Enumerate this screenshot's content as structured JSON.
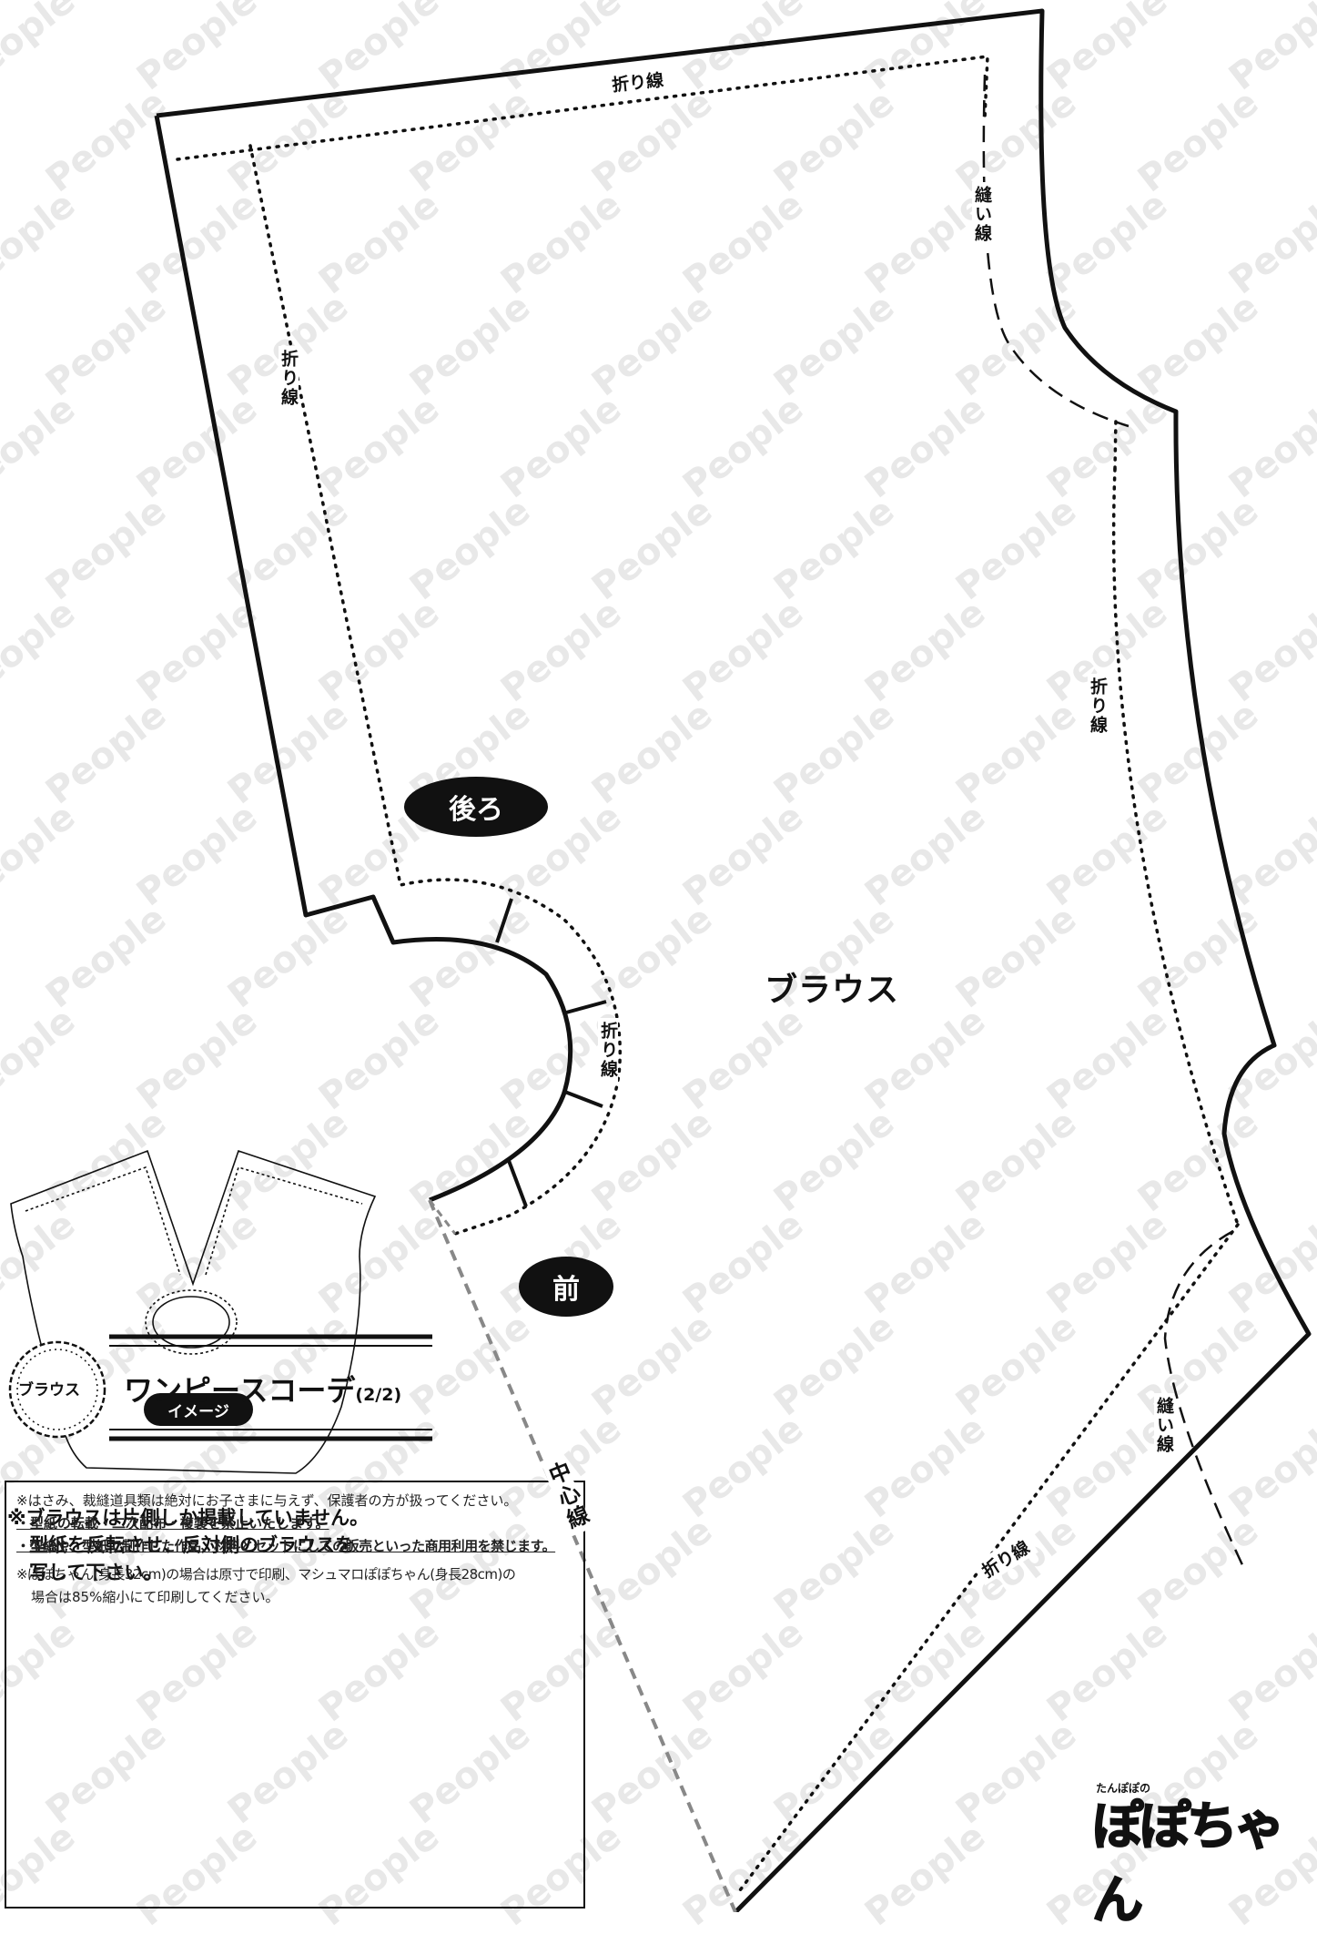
{
  "watermark": "People",
  "pattern": {
    "piece_name": "ブラウス",
    "back_label": "後ろ",
    "front_label": "前",
    "fold_line_label": "折り線",
    "sewing_line_label": "縫い線",
    "center_line_label": "中心線"
  },
  "image_preview": {
    "label": "イメージ"
  },
  "note": {
    "line1": "※ブラウスは片側しか掲載していません。",
    "line2": "型紙を反転させ、反対側のブラウスを",
    "line3": "写して下さい。"
  },
  "title_block": {
    "badge": "ブラウス",
    "title": "ワンピースコーデ",
    "part": "(2/2)"
  },
  "notices": [
    "※はさみ、裁縫道具類は絶対にお子さまに与えず、保護者の方が扱ってください。",
    "・型紙の転載・二次配布・複製を禁止いたします。",
    "・型紙や、型紙で制作した作品、材料とセットにしての販売といった商用利用を禁じます。",
    "※ぽぽちゃん(身長32cm)の場合は原寸で印刷、マシュマロぽぽちゃん(身長28cm)の",
    "場合は85%縮小にて印刷してください。"
  ],
  "brand": {
    "logo_text": "ぽぽちゃん",
    "ruby": "たんぽぽの"
  }
}
